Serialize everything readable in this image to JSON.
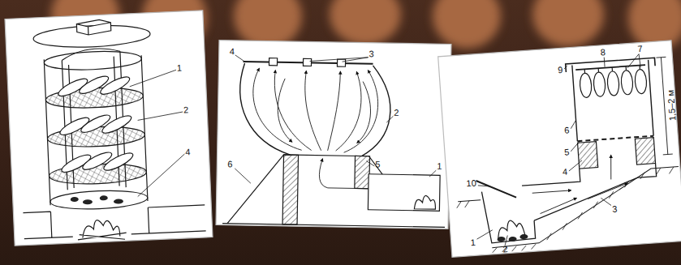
{
  "diagram": {
    "labels": [
      "1",
      "2",
      "4",
      "4",
      "3",
      "2",
      "6",
      "5",
      "1",
      "8",
      "7",
      "9",
      "1,5–2 м",
      "6",
      "5",
      "4",
      "10",
      "3",
      "1",
      "2"
    ]
  }
}
